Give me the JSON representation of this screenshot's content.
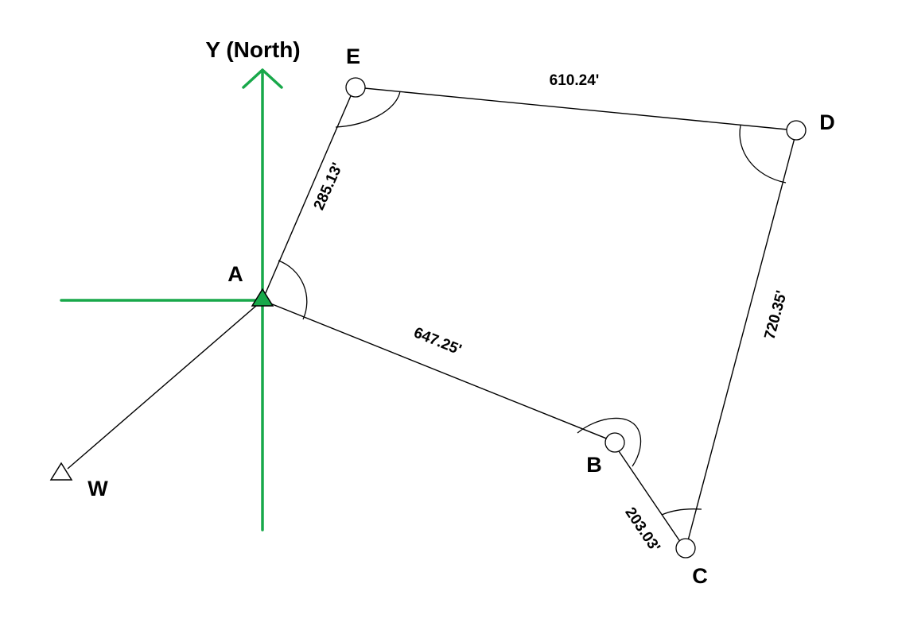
{
  "colors": {
    "axis": "#18a84a",
    "line": "#000000",
    "background": "#ffffff"
  },
  "axis": {
    "north_label": "Y (North)"
  },
  "points": {
    "A": "A",
    "B": "B",
    "C": "C",
    "D": "D",
    "E": "E",
    "W": "W"
  },
  "distances": {
    "AB": "647.25'",
    "BC": "203.03'",
    "CD": "720.35'",
    "DE": "610.24'",
    "EA": "285.13'"
  },
  "icons": {
    "station": "circle-station-icon",
    "origin": "filled-triangle-icon",
    "backsight": "open-triangle-icon"
  }
}
